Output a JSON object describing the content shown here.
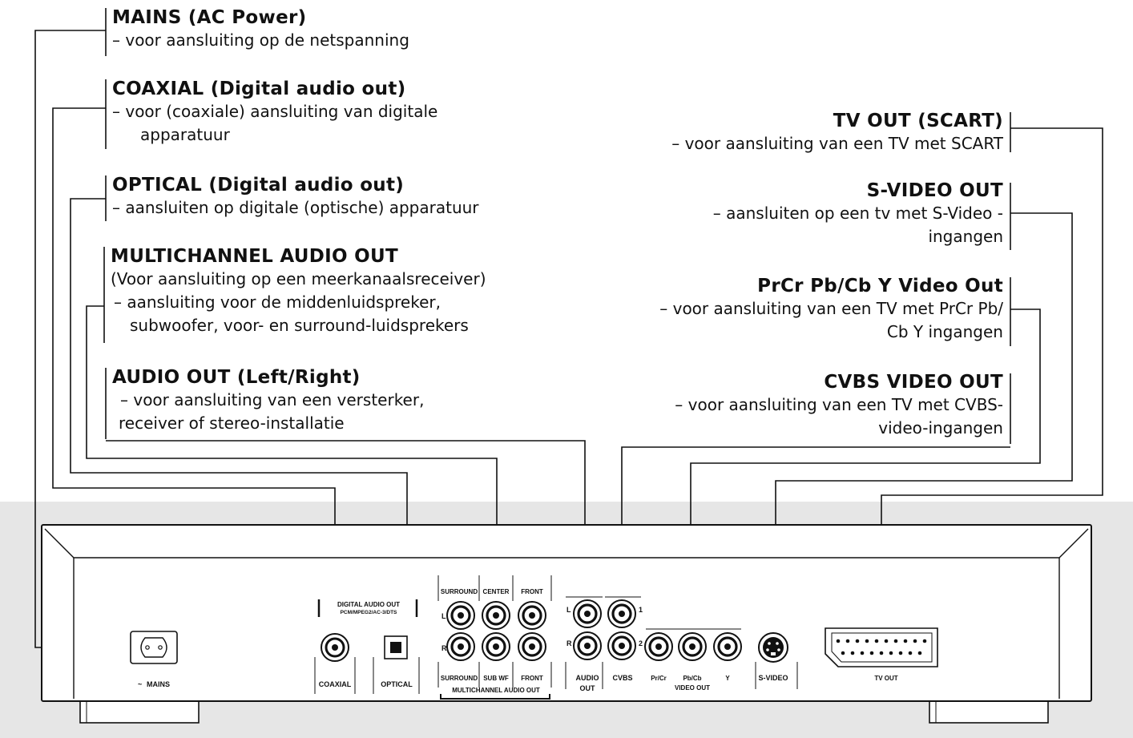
{
  "callouts_left": [
    {
      "title": "MAINS (AC Power)",
      "lines": [
        "– voor aansluiting op de netspanning"
      ]
    },
    {
      "title": "COAXIAL (Digital audio out)",
      "lines": [
        "– voor (coaxiale) aansluiting van digitale",
        "apparatuur"
      ]
    },
    {
      "title": "OPTICAL (Digital audio out)",
      "lines": [
        "– aansluiten op digitale (optische) apparatuur"
      ]
    },
    {
      "title": "MULTICHANNEL AUDIO OUT",
      "lines": [
        "(Voor aansluiting op een meerkanaalsreceiver)",
        "– aansluiting voor de middenluidspreker,",
        "subwoofer, voor- en surround-luidsprekers"
      ]
    },
    {
      "title": "AUDIO OUT (Left/Right)",
      "lines": [
        "– voor aansluiting van een versterker,",
        "receiver of stereo-installatie"
      ]
    }
  ],
  "callouts_right": [
    {
      "title": "TV OUT (SCART)",
      "lines": [
        "– voor aansluiting van een TV met SCART"
      ]
    },
    {
      "title": "S-VIDEO OUT",
      "lines": [
        "– aansluiten op een tv met S-Video -",
        "ingangen"
      ]
    },
    {
      "title": "PrCr Pb/Cb Y Video Out",
      "lines": [
        "– voor aansluiting van een TV met PrCr Pb/",
        "Cb Y ingangen"
      ]
    },
    {
      "title": "CVBS VIDEO OUT",
      "lines": [
        "– voor aansluiting van een TV met CVBS-",
        "video-ingangen"
      ]
    }
  ],
  "panel_labels": {
    "mains": "MAINS",
    "mains_symbol": "~",
    "digital_audio_out": "DIGITAL AUDIO OUT",
    "digital_formats": "PCM/MPEG2/AC-3/DTS",
    "coaxial": "COAXIAL",
    "optical": "OPTICAL",
    "surround_top": "SURROUND",
    "center": "CENTER",
    "front_top": "FRONT",
    "surround_bottom": "SURROUND",
    "sub_wf": "SUB WF",
    "front_bottom": "FRONT",
    "row_l": "L",
    "row_r": "R",
    "multichannel_audio_out": "MULTICHANNEL AUDIO OUT",
    "audio_l": "L",
    "audio_r": "R",
    "audio_out_1": "AUDIO",
    "audio_out_2": "OUT",
    "cvbs_1": "1",
    "cvbs_2": "2",
    "cvbs": "CVBS",
    "pr_cr": "Pr/Cr",
    "pb_cb": "Pb/Cb",
    "y": "Y",
    "video_out": "VIDEO OUT",
    "s_video": "S-VIDEO",
    "tv_out": "TV OUT"
  },
  "colors": {
    "panel_background": "#e6e6e6",
    "line": "#111111"
  }
}
